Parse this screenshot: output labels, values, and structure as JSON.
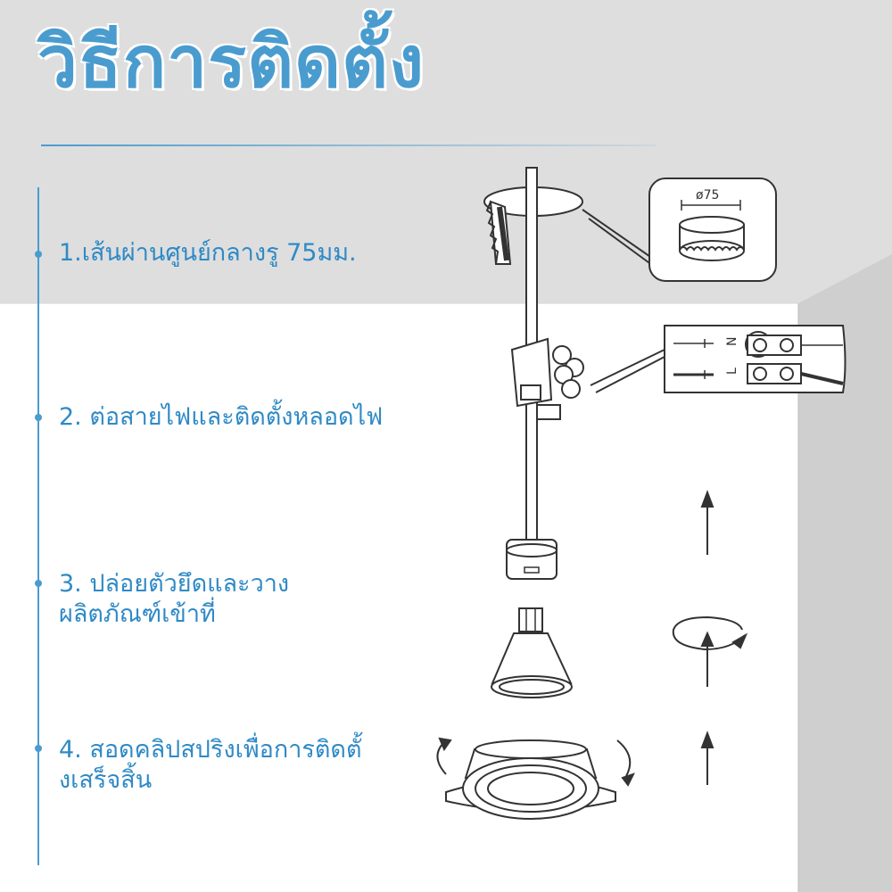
{
  "title": "วิธีการติดตั้ง",
  "steps": [
    {
      "lines": [
        "1.เส้นผ่านศูนย์กลางรู 75มม."
      ]
    },
    {
      "lines": [
        "2. ต่อสายไฟและติดตั้งหลอดไฟ"
      ]
    },
    {
      "lines": [
        "3. ปล่อยตัวยึดและวาง",
        "ผลิตภัณฑ์เข้าที่"
      ]
    },
    {
      "lines": [
        "4. สอดคลิปสปริงเพื่อการติดตั้",
        "งเสร็จสิ้น"
      ]
    }
  ],
  "callouts": {
    "diameter": "ø75",
    "neutral": "N",
    "live": "L"
  },
  "colors": {
    "accent": "#4a9ccf",
    "ceiling": "#dedede",
    "line": "#333333"
  }
}
